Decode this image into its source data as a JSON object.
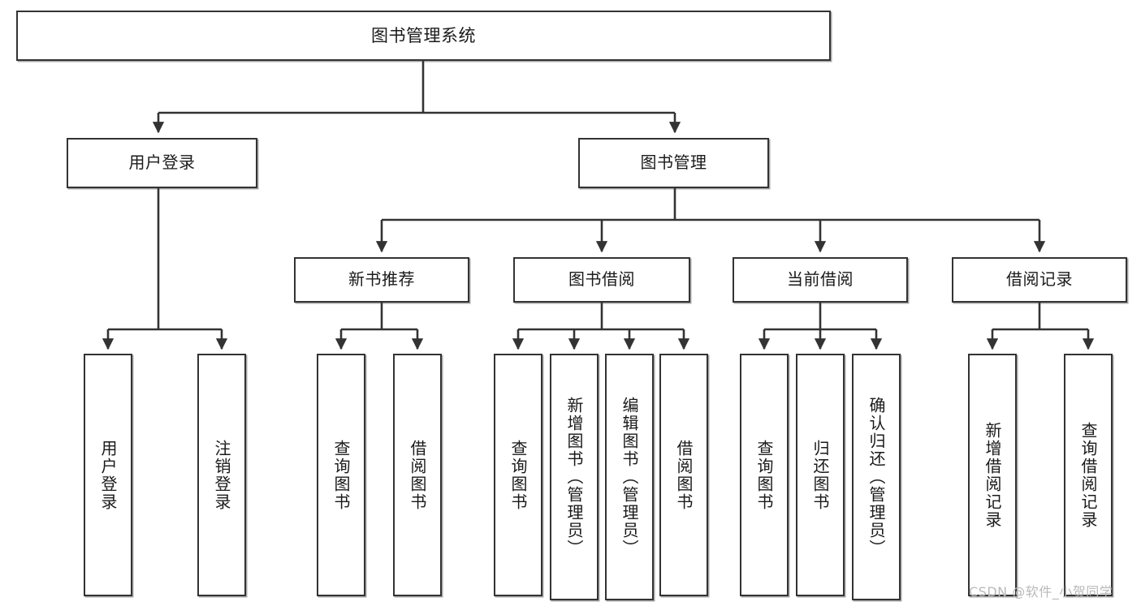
{
  "diagram": {
    "title": "图书管理系统",
    "type": "tree-hierarchy",
    "watermark": "CSDN @软件_小贺同学",
    "colors": {
      "box_border": "#333333",
      "box_fill": "#ffffff",
      "connector": "#333333",
      "text": "#1a1a1a",
      "watermark": "#b9b9b9",
      "background": "#ffffff"
    },
    "root": {
      "label": "图书管理系统"
    },
    "level2": [
      {
        "label": "用户登录"
      },
      {
        "label": "图书管理"
      }
    ],
    "level3": [
      {
        "label": "新书推荐"
      },
      {
        "label": "图书借阅"
      },
      {
        "label": "当前借阅"
      },
      {
        "label": "借阅记录"
      }
    ],
    "leaves": {
      "user_login": [
        {
          "label": "用户登录"
        },
        {
          "label": "注销登录"
        }
      ],
      "new_book": [
        {
          "label": "查询图书"
        },
        {
          "label": "借阅图书"
        }
      ],
      "book_borrow": [
        {
          "label": "查询图书"
        },
        {
          "label": "新增图书（管理员）"
        },
        {
          "label": "编辑图书（管理员）"
        },
        {
          "label": "借阅图书"
        }
      ],
      "current_borrow": [
        {
          "label": "查询图书"
        },
        {
          "label": "归还图书"
        },
        {
          "label": "确认归还（管理员）"
        }
      ],
      "borrow_record": [
        {
          "label": "新增借阅记录"
        },
        {
          "label": "查询借阅记录"
        }
      ]
    }
  }
}
